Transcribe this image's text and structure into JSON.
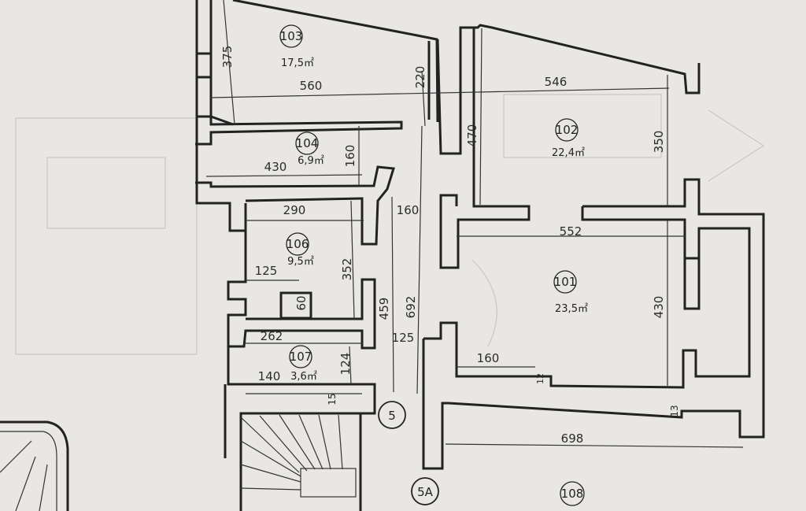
{
  "rooms": {
    "r103": {
      "number": "103",
      "area": "17,5㎡"
    },
    "r104": {
      "number": "104",
      "area": "6,9㎡"
    },
    "r102": {
      "number": "102",
      "area": "22,4㎡"
    },
    "r106": {
      "number": "106",
      "area": "9,5㎡"
    },
    "r101": {
      "number": "101",
      "area": "23,5㎡"
    },
    "r107": {
      "number": "107",
      "area": "3,6㎡"
    },
    "r108": {
      "number": "108",
      "area": ""
    }
  },
  "markers": {
    "m5": "5",
    "m5a": "5A"
  },
  "dims": {
    "d375": "375",
    "d560": "560",
    "d220": "220",
    "d546": "546",
    "d470": "470",
    "d350": "350",
    "d430a": "430",
    "d160a": "160",
    "d290": "290",
    "d160b": "160",
    "d552": "552",
    "d125a": "125",
    "d352": "352",
    "d60": "60",
    "d459": "459",
    "d692": "692",
    "d430b": "430",
    "d262": "262",
    "d125b": "125",
    "d160c": "160",
    "d124": "124",
    "d140": "140",
    "d15": "15",
    "d12": "12",
    "d13": "13",
    "d698": "698"
  }
}
